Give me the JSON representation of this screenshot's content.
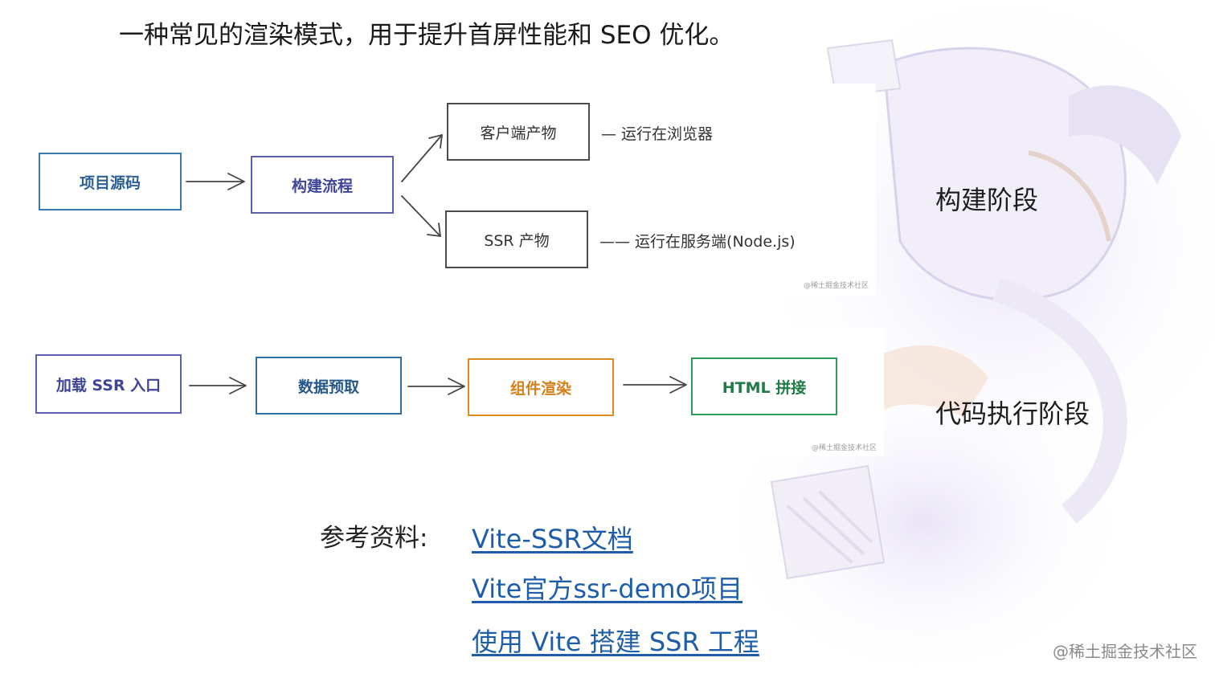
{
  "intro_text": "一种常见的渲染模式，用于提升首屏性能和 SEO 优化。",
  "build_stage": {
    "label": "构建阶段",
    "nodes": {
      "source": "项目源码",
      "build": "构建流程",
      "client": "客户端产物",
      "ssr": "SSR 产物"
    },
    "notes": {
      "client": "— 运行在浏览器",
      "ssr": "—— 运行在服务端(Node.js)"
    },
    "watermark": "@稀土掘金技术社区"
  },
  "exec_stage": {
    "label": "代码执行阶段",
    "nodes": {
      "load": "加载 SSR 入口",
      "prefetch": "数据预取",
      "render": "组件渲染",
      "html": "HTML 拼接"
    },
    "watermark": "@稀土掘金技术社区"
  },
  "references": {
    "label": "参考资料:",
    "links": [
      "Vite-SSR文档",
      "Vite官方ssr-demo项目",
      "使用 Vite 搭建 SSR 工程"
    ]
  },
  "site_watermark": "@稀土掘金技术社区",
  "colors": {
    "link": "#1e5ea8",
    "blue": "#3a78b4",
    "purple": "#5a5fae",
    "orange": "#e08a1e",
    "green": "#2e9a5c"
  }
}
